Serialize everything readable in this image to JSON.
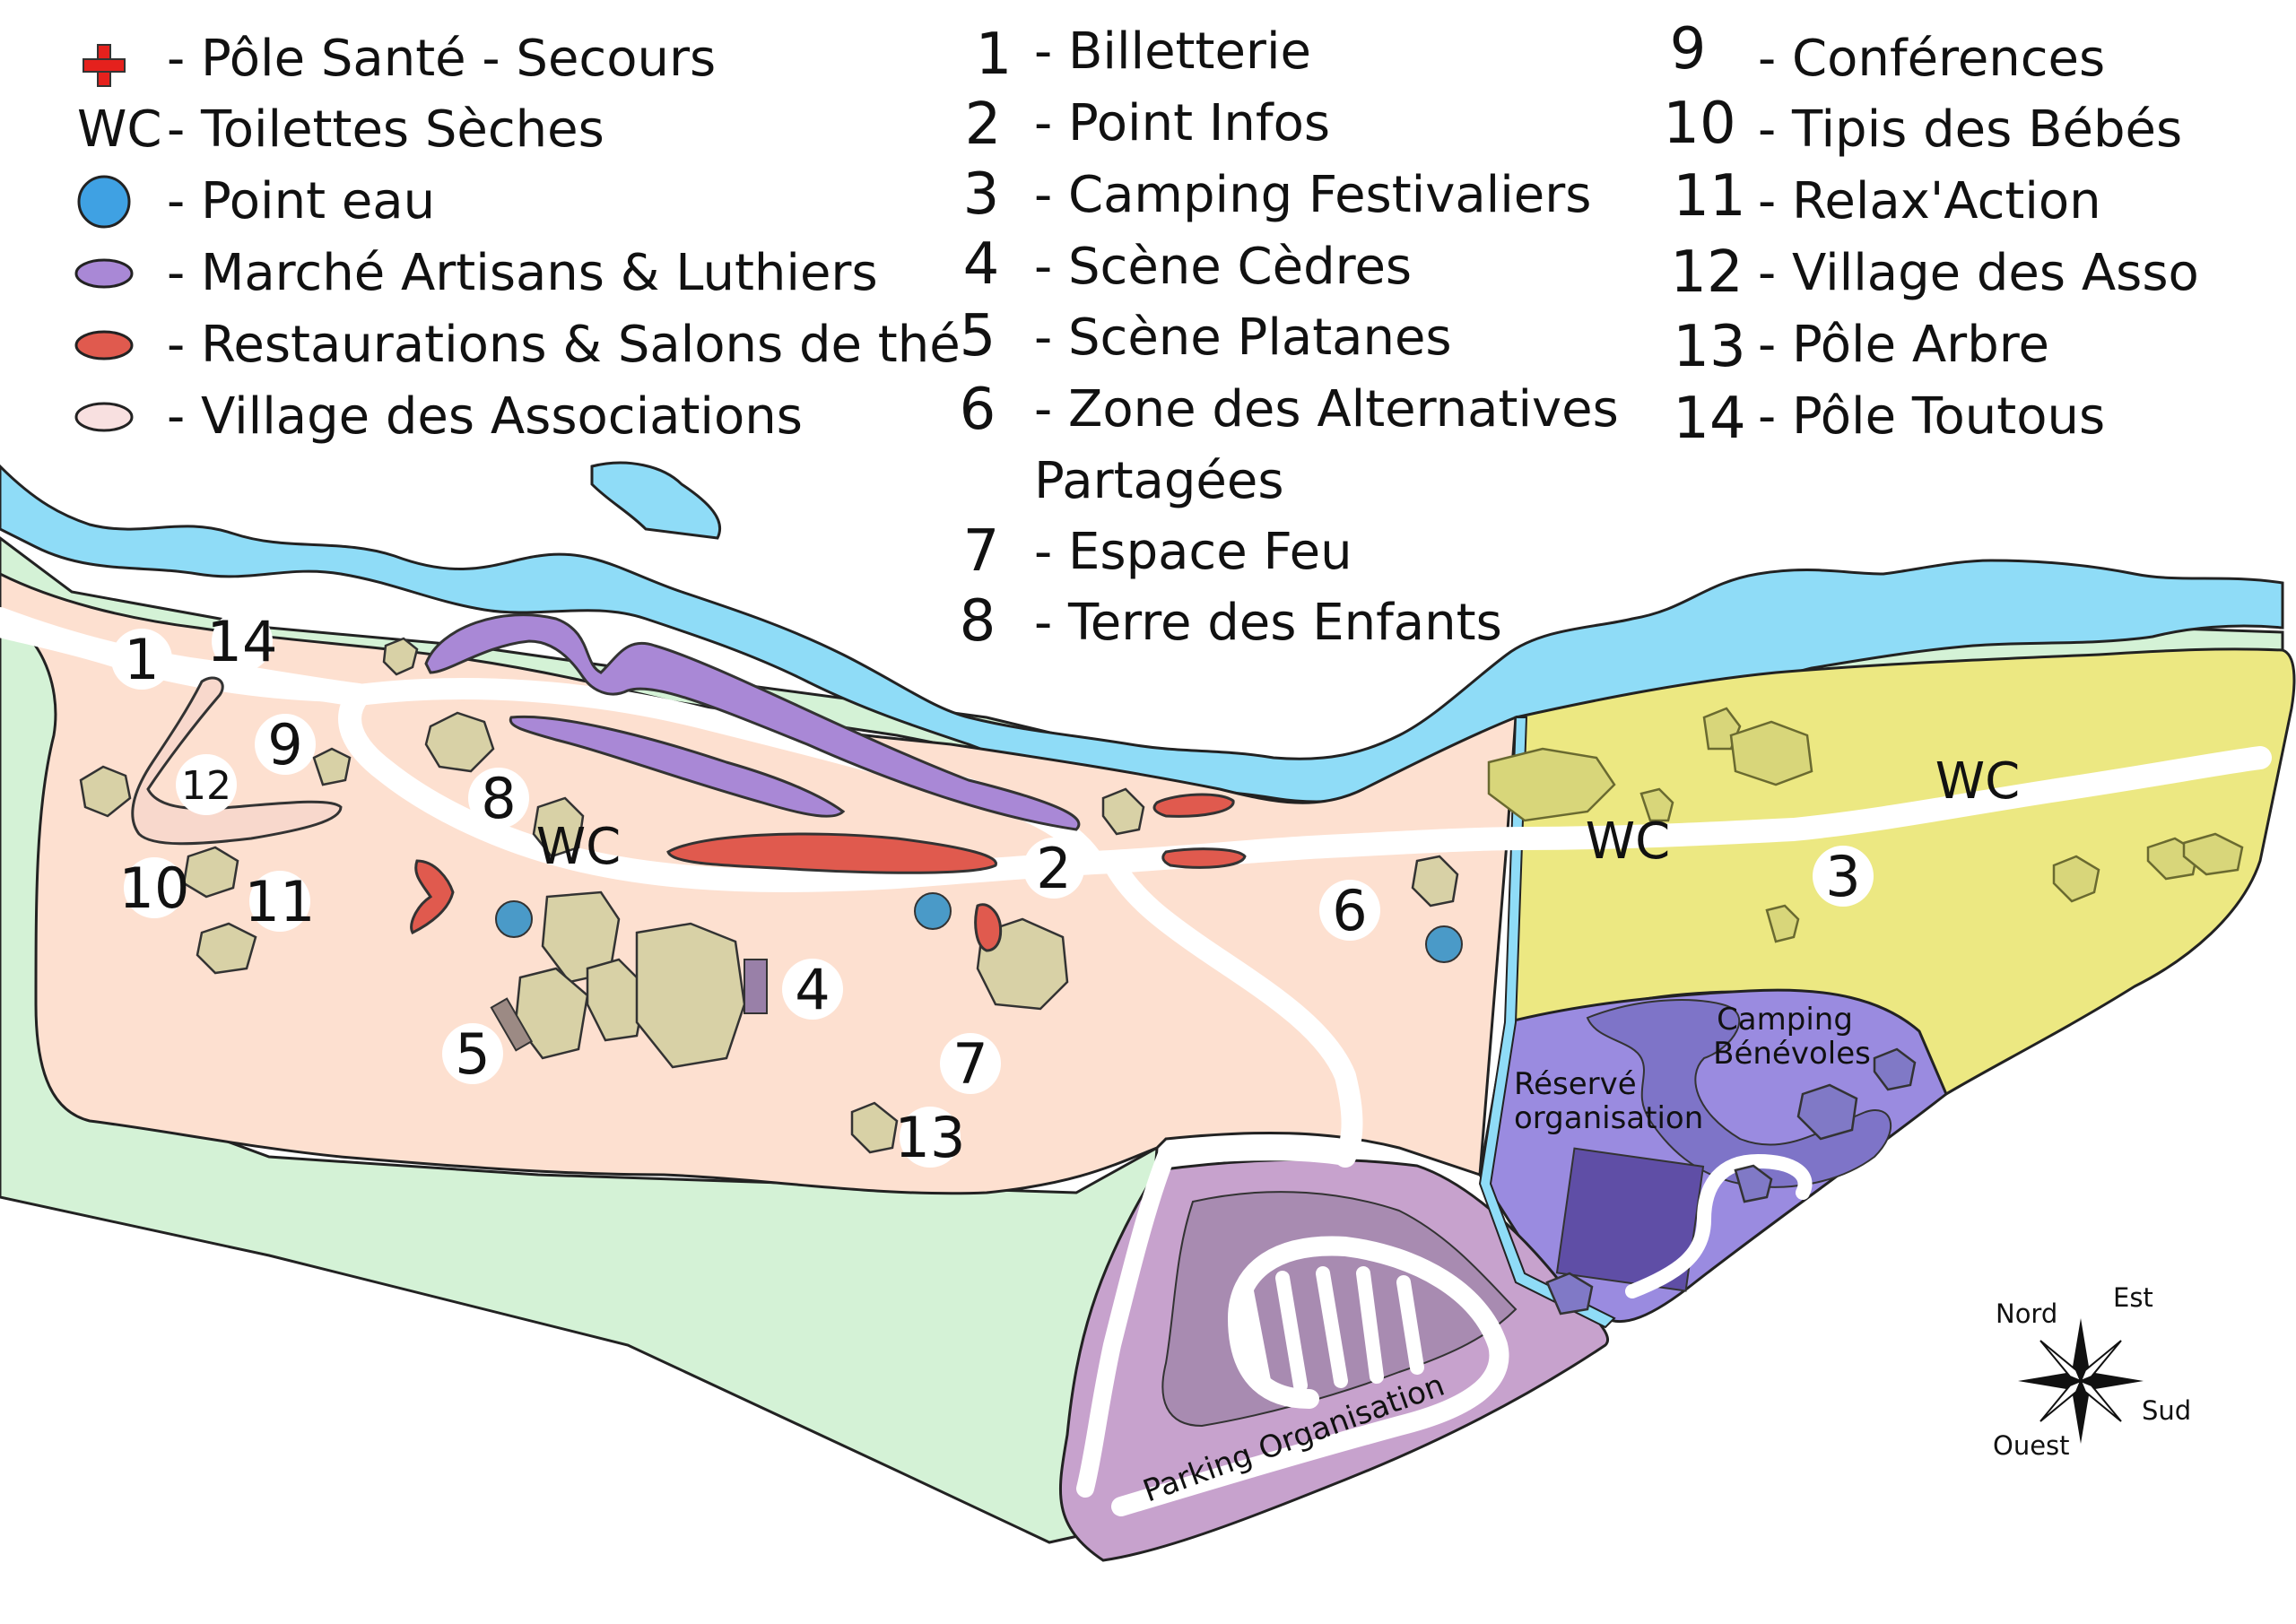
{
  "legend_symbols": [
    {
      "symbol": "red-cross",
      "label": "- Pôle Santé - Secours"
    },
    {
      "symbol_text": "WC",
      "label": "- Toilettes Sèches"
    },
    {
      "symbol": "blue-circle",
      "label": "- Point eau"
    },
    {
      "symbol": "purple-ellipse",
      "label": "- Marché Artisans & Luthiers"
    },
    {
      "symbol": "red-ellipse",
      "label": "- Restaurations & Salons de thé"
    },
    {
      "symbol": "pink-ellipse",
      "label": "- Village des Associations"
    }
  ],
  "legend_numbers_1": [
    {
      "num": "1",
      "label": "- Billetterie"
    },
    {
      "num": "2",
      "label": "- Point Infos"
    },
    {
      "num": "3",
      "label": "- Camping Festivaliers"
    },
    {
      "num": "4",
      "label": "- Scène Cèdres"
    },
    {
      "num": "5",
      "label": "- Scène Platanes"
    },
    {
      "num": "6",
      "label": "- Zone des Alternatives",
      "label2": "Partagées"
    },
    {
      "num": "7",
      "label": "- Espace Feu"
    },
    {
      "num": "8",
      "label": "- Terre des Enfants"
    }
  ],
  "legend_numbers_2": [
    {
      "num": "9",
      "label": "- Conférences"
    },
    {
      "num": "10",
      "label": "- Tipis des Bébés"
    },
    {
      "num": "11",
      "label": "- Relax'Action"
    },
    {
      "num": "12",
      "label": "- Village des Asso"
    },
    {
      "num": "13",
      "label": "- Pôle Arbre"
    },
    {
      "num": "14",
      "label": "- Pôle Toutous"
    }
  ],
  "map_markers": [
    "1",
    "14",
    "9",
    "12",
    "8",
    "10",
    "11",
    "2",
    "6",
    "3",
    "4",
    "5",
    "7",
    "13"
  ],
  "map_labels": {
    "wc": "WC",
    "camping_benevoles_1": "Camping",
    "camping_benevoles_2": "Bénévoles",
    "reserve_1": "Réservé",
    "reserve_2": "organisation",
    "parking": "Parking Organisation"
  },
  "compass": {
    "north": "Nord",
    "east": "Est",
    "south": "Sud",
    "west": "Ouest"
  },
  "colors": {
    "river": "#8fdcf7",
    "bank": "#d4f2d6",
    "festival_area": "#fde0d0",
    "camping_festivaliers": "#ece882",
    "camping_benevoles": "#9a8be0",
    "parking": "#c7a2cd",
    "trees": "#d8d1a6",
    "water_point": "#4a9ac8",
    "restaurant": "#e05a4e",
    "market": "#a988d6",
    "association": "#f8d8cc",
    "health": "#e5211d"
  }
}
